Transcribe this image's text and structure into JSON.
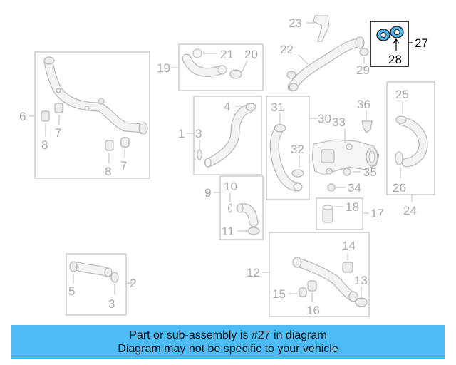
{
  "labels": {
    "l2": "2",
    "l3a": "3",
    "l3b": "3",
    "l4": "4",
    "l5": "5",
    "l6": "6",
    "l7a": "7",
    "l7b": "7",
    "l8a": "8",
    "l8b": "8",
    "l9": "9",
    "l10": "10",
    "l11": "11",
    "l12": "12",
    "l13": "13",
    "l14": "14",
    "l15": "15",
    "l16": "16",
    "l17": "17",
    "l18": "18",
    "l19": "19",
    "l20": "20",
    "l21": "21",
    "l22": "22",
    "l23": "23",
    "l24": "24",
    "l25": "25",
    "l26": "26",
    "l27": "27",
    "l28": "28",
    "l29": "29",
    "l30": "30",
    "l31": "31",
    "l32": "32",
    "l33": "33",
    "l34": "34",
    "l35": "35",
    "l36": "36",
    "l1": "1"
  },
  "highlight": {
    "part": "27",
    "color": "#4fb8ee"
  },
  "banner": {
    "line1": "Part or sub-assembly is #27 in diagram",
    "line2": "Diagram may not be specific to your vehicle",
    "background": "#4cbcf7"
  }
}
